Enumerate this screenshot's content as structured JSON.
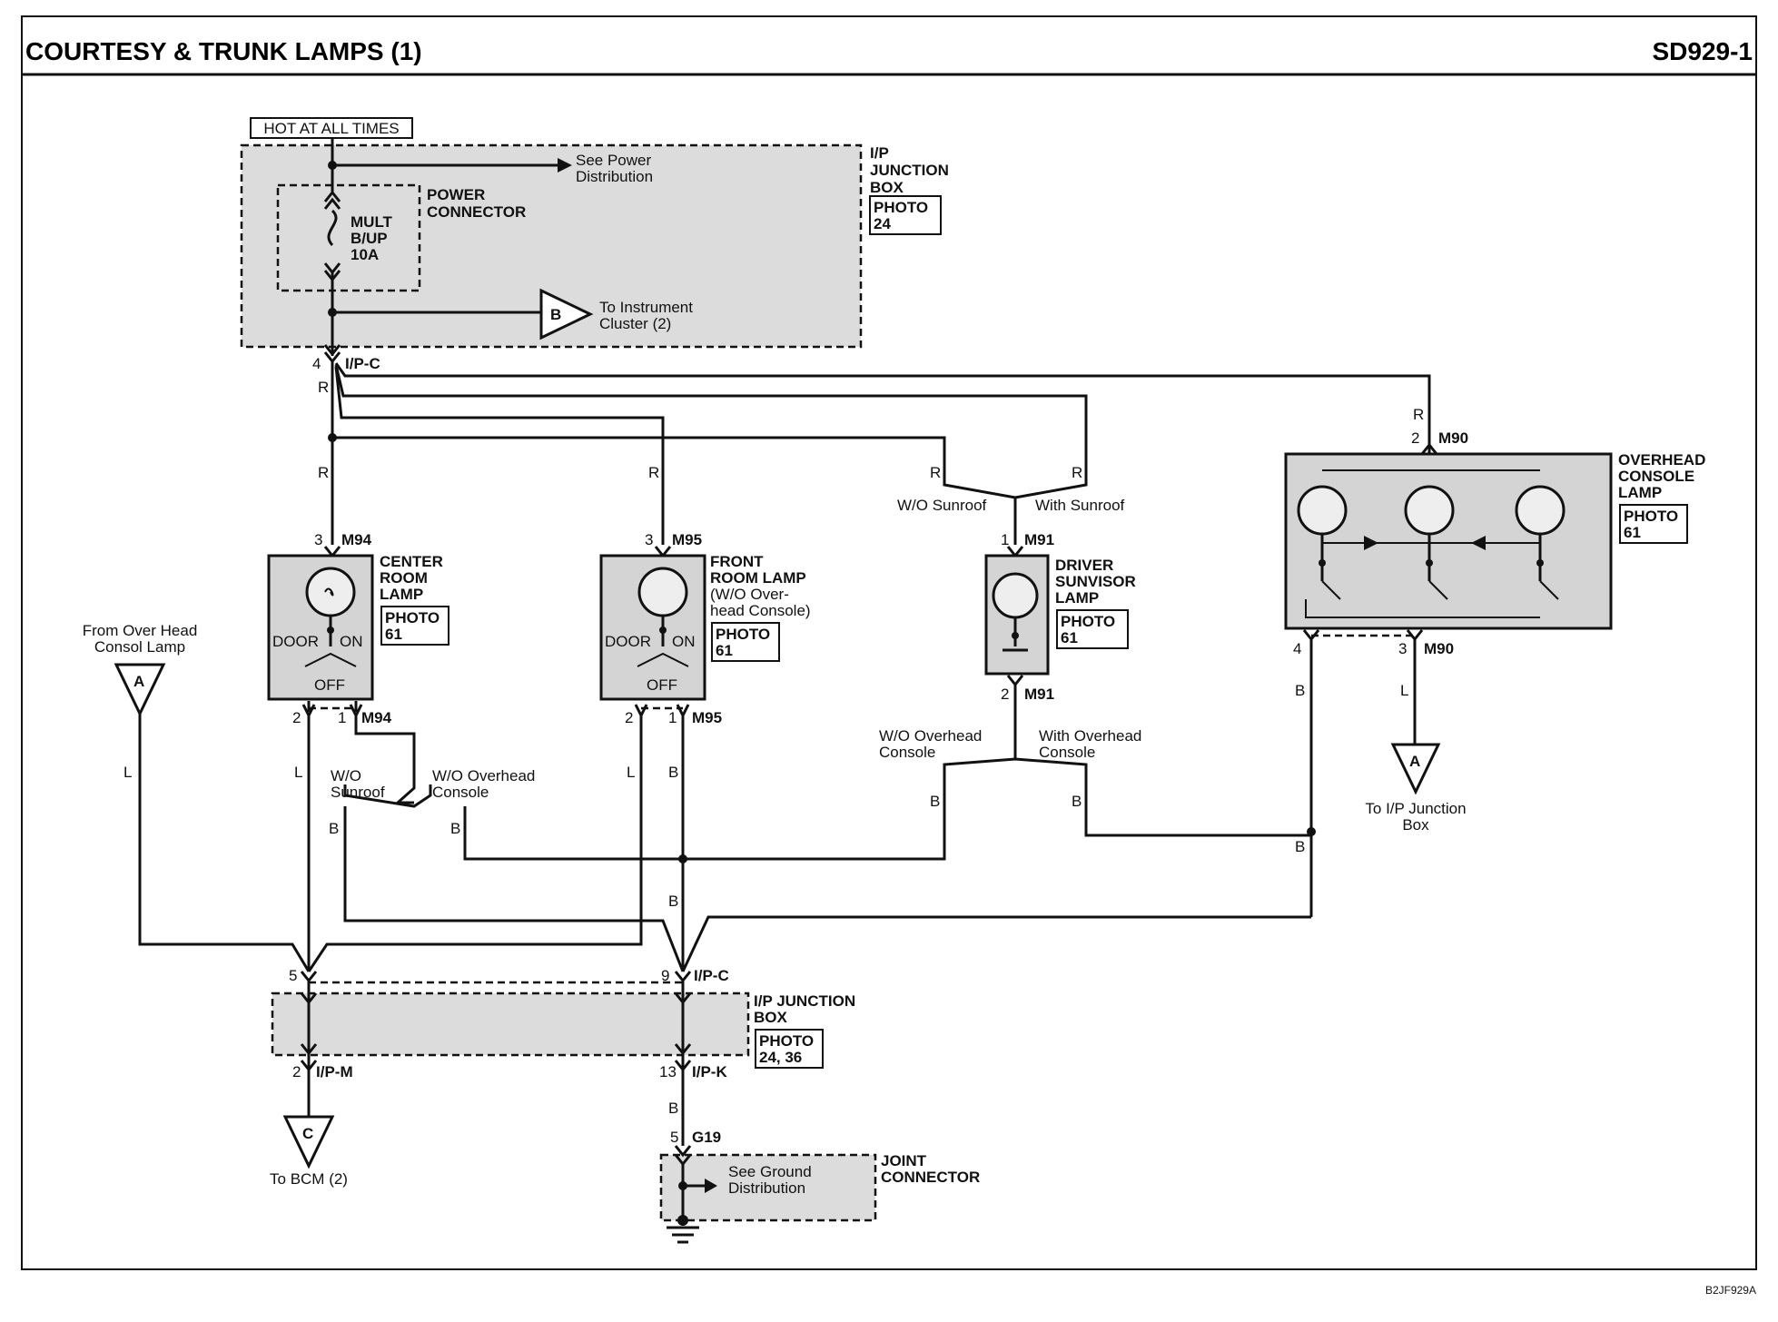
{
  "header": {
    "title": "COURTESY & TRUNK LAMPS (1)",
    "code": "SD929-1"
  },
  "footer": {
    "ref": "B2JF929A"
  },
  "power": {
    "hot_label": "HOT AT ALL TIMES",
    "see_power": [
      "See Power",
      "Distribution"
    ],
    "power_connector": [
      "POWER",
      "CONNECTOR"
    ],
    "fuse": [
      "MULT",
      "B/UP",
      "10A"
    ],
    "to_instrument": [
      "To Instrument",
      "Cluster (2)"
    ],
    "connector_b": "B",
    "ipjb": [
      "I/P",
      "JUNCTION",
      "BOX"
    ],
    "photo": [
      "PHOTO",
      "24"
    ],
    "pin": "4",
    "conn": "I/P-C"
  },
  "wires": {
    "R": "R",
    "L": "L",
    "B": "B"
  },
  "center_lamp": {
    "name": [
      "CENTER",
      "ROOM",
      "LAMP"
    ],
    "photo": [
      "PHOTO",
      "61"
    ],
    "pin_top": "3",
    "conn_top": "M94",
    "door": "DOOR",
    "on": "ON",
    "off": "OFF",
    "pin_left": "2",
    "pin_right": "1",
    "conn_bottom": "M94"
  },
  "front_lamp": {
    "name": [
      "FRONT",
      "ROOM LAMP",
      "(W/O Over-",
      "head Console)"
    ],
    "photo": [
      "PHOTO",
      "61"
    ],
    "pin_top": "3",
    "conn_top": "M95",
    "door": "DOOR",
    "on": "ON",
    "off": "OFF",
    "pin_left": "2",
    "pin_right": "1",
    "conn_bottom": "M95"
  },
  "sunvisor": {
    "wo_sunroof": "W/O Sunroof",
    "with_sunroof": "With Sunroof",
    "name": [
      "DRIVER",
      "SUNVISOR",
      "LAMP"
    ],
    "photo": [
      "PHOTO",
      "61"
    ],
    "pin_top": "1",
    "conn_top": "M91",
    "pin_bottom": "2",
    "conn_bottom": "M91",
    "wo_overhead": [
      "W/O Overhead",
      "Console"
    ],
    "with_overhead": [
      "With Overhead",
      "Console"
    ]
  },
  "overhead": {
    "name": [
      "OVERHEAD",
      "CONSOLE",
      "LAMP"
    ],
    "photo": [
      "PHOTO",
      "61"
    ],
    "pin_top": "2",
    "conn_top": "M90",
    "pin_left": "4",
    "pin_right": "3",
    "conn_bottom": "M90",
    "to_ipjb": [
      "To I/P Junction",
      "Box"
    ],
    "connector_a": "A"
  },
  "left_input": {
    "from": [
      "From Over Head",
      "Consol Lamp"
    ],
    "connector_a": "A"
  },
  "splice_center": {
    "wo_sunroof": [
      "W/O",
      "Sunroof"
    ],
    "wo_overhead": [
      "W/O Overhead",
      "Console"
    ]
  },
  "lower_ipjb": {
    "pin_left_top": "5",
    "pin_right_top": "9",
    "conn_top": "I/P-C",
    "name": [
      "I/P JUNCTION",
      "BOX"
    ],
    "photo": [
      "PHOTO",
      "24, 36"
    ],
    "pin_left_bottom": "2",
    "conn_left_bottom": "I/P-M",
    "pin_right_bottom": "13",
    "conn_right_bottom": "I/P-K"
  },
  "bcm": {
    "connector_c": "C",
    "label": "To BCM (2)"
  },
  "ground": {
    "pin": "5",
    "conn": "G19",
    "see_ground": [
      "See Ground",
      "Distribution"
    ],
    "joint": [
      "JOINT",
      "CONNECTOR"
    ]
  }
}
